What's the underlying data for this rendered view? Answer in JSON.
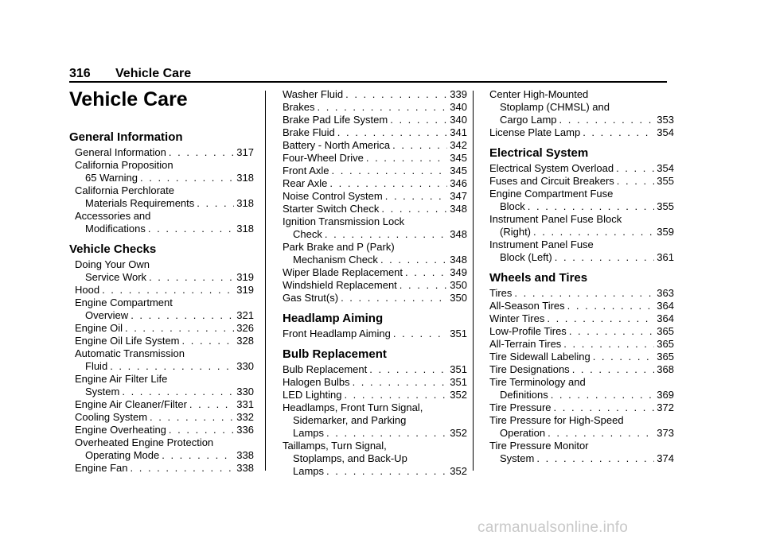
{
  "header": {
    "page_number": "316",
    "section": "Vehicle Care"
  },
  "title": "Vehicle Care",
  "columns": [
    {
      "sections": [
        {
          "heading": "General Information",
          "entries": [
            {
              "lines": [],
              "last": "General Information",
              "page": "317"
            },
            {
              "lines": [
                "California Proposition"
              ],
              "last": "65 Warning",
              "page": "318"
            },
            {
              "lines": [
                "California Perchlorate"
              ],
              "last": "Materials Requirements",
              "page": "318"
            },
            {
              "lines": [
                "Accessories and"
              ],
              "last": "Modifications",
              "page": "318"
            }
          ]
        },
        {
          "heading": "Vehicle Checks",
          "entries": [
            {
              "lines": [
                "Doing Your Own"
              ],
              "last": "Service Work",
              "page": "319"
            },
            {
              "lines": [],
              "last": "Hood",
              "page": "319"
            },
            {
              "lines": [
                "Engine Compartment"
              ],
              "last": "Overview",
              "page": "321"
            },
            {
              "lines": [],
              "last": "Engine Oil",
              "page": "326"
            },
            {
              "lines": [],
              "last": "Engine Oil Life System",
              "page": "328"
            },
            {
              "lines": [
                "Automatic Transmission"
              ],
              "last": "Fluid",
              "page": "330"
            },
            {
              "lines": [
                "Engine Air Filter Life"
              ],
              "last": "System",
              "page": "330"
            },
            {
              "lines": [],
              "last": "Engine Air Cleaner/Filter",
              "page": "331"
            },
            {
              "lines": [],
              "last": "Cooling System",
              "page": "332"
            },
            {
              "lines": [],
              "last": "Engine Overheating",
              "page": "336"
            },
            {
              "lines": [
                "Overheated Engine Protection"
              ],
              "last": "Operating Mode",
              "page": "338"
            },
            {
              "lines": [],
              "last": "Engine Fan",
              "page": "338"
            }
          ]
        }
      ]
    },
    {
      "sections": [
        {
          "heading": "",
          "entries": [
            {
              "lines": [],
              "last": "Washer Fluid",
              "page": "339"
            },
            {
              "lines": [],
              "last": "Brakes",
              "page": "340"
            },
            {
              "lines": [],
              "last": "Brake Pad Life System",
              "page": "340"
            },
            {
              "lines": [],
              "last": "Brake Fluid",
              "page": "341"
            },
            {
              "lines": [],
              "last": "Battery - North America",
              "page": "342"
            },
            {
              "lines": [],
              "last": "Four-Wheel Drive",
              "page": "345"
            },
            {
              "lines": [],
              "last": "Front Axle",
              "page": "345"
            },
            {
              "lines": [],
              "last": "Rear Axle",
              "page": "346"
            },
            {
              "lines": [],
              "last": "Noise Control System",
              "page": "347"
            },
            {
              "lines": [],
              "last": "Starter Switch Check",
              "page": "348"
            },
            {
              "lines": [
                "Ignition Transmission Lock"
              ],
              "last": "Check",
              "page": "348"
            },
            {
              "lines": [
                "Park Brake and P (Park)"
              ],
              "last": "Mechanism Check",
              "page": "348"
            },
            {
              "lines": [],
              "last": "Wiper Blade Replacement",
              "page": "349"
            },
            {
              "lines": [],
              "last": "Windshield Replacement",
              "page": "350"
            },
            {
              "lines": [],
              "last": "Gas Strut(s)",
              "page": "350"
            }
          ]
        },
        {
          "heading": "Headlamp Aiming",
          "entries": [
            {
              "lines": [],
              "last": "Front Headlamp Aiming",
              "page": "351"
            }
          ]
        },
        {
          "heading": "Bulb Replacement",
          "entries": [
            {
              "lines": [],
              "last": "Bulb Replacement",
              "page": "351"
            },
            {
              "lines": [],
              "last": "Halogen Bulbs",
              "page": "351"
            },
            {
              "lines": [],
              "last": "LED Lighting",
              "page": "352"
            },
            {
              "lines": [
                "Headlamps, Front Turn Signal,",
                "Sidemarker, and Parking"
              ],
              "last": "Lamps",
              "page": "352"
            },
            {
              "lines": [
                "Taillamps, Turn Signal,",
                "Stoplamps, and Back-Up"
              ],
              "last": "Lamps",
              "page": "352"
            }
          ]
        }
      ]
    },
    {
      "sections": [
        {
          "heading": "",
          "entries": [
            {
              "lines": [
                "Center High-Mounted",
                "Stoplamp (CHMSL) and"
              ],
              "last": "Cargo Lamp",
              "page": "353"
            },
            {
              "lines": [],
              "last": "License Plate Lamp",
              "page": "354"
            }
          ]
        },
        {
          "heading": "Electrical System",
          "entries": [
            {
              "lines": [],
              "last": "Electrical System Overload",
              "page": "354"
            },
            {
              "lines": [],
              "last": "Fuses and Circuit Breakers",
              "page": "355"
            },
            {
              "lines": [
                "Engine Compartment Fuse"
              ],
              "last": "Block",
              "page": "355"
            },
            {
              "lines": [
                "Instrument Panel Fuse Block"
              ],
              "last": "(Right)",
              "page": "359"
            },
            {
              "lines": [
                "Instrument Panel Fuse"
              ],
              "last": "Block (Left)",
              "page": "361"
            }
          ]
        },
        {
          "heading": "Wheels and Tires",
          "entries": [
            {
              "lines": [],
              "last": "Tires",
              "page": "363"
            },
            {
              "lines": [],
              "last": "All-Season Tires",
              "page": "364"
            },
            {
              "lines": [],
              "last": "Winter Tires",
              "page": "364"
            },
            {
              "lines": [],
              "last": "Low-Profile Tires",
              "page": "365"
            },
            {
              "lines": [],
              "last": "All-Terrain Tires",
              "page": "365"
            },
            {
              "lines": [],
              "last": "Tire Sidewall Labeling",
              "page": "365"
            },
            {
              "lines": [],
              "last": "Tire Designations",
              "page": "368"
            },
            {
              "lines": [
                "Tire Terminology and"
              ],
              "last": "Definitions",
              "page": "369"
            },
            {
              "lines": [],
              "last": "Tire Pressure",
              "page": "372"
            },
            {
              "lines": [
                "Tire Pressure for High-Speed"
              ],
              "last": "Operation",
              "page": "373"
            },
            {
              "lines": [
                "Tire Pressure Monitor"
              ],
              "last": "System",
              "page": "374"
            }
          ]
        }
      ]
    }
  ],
  "watermark": "carmanualsonline.info"
}
